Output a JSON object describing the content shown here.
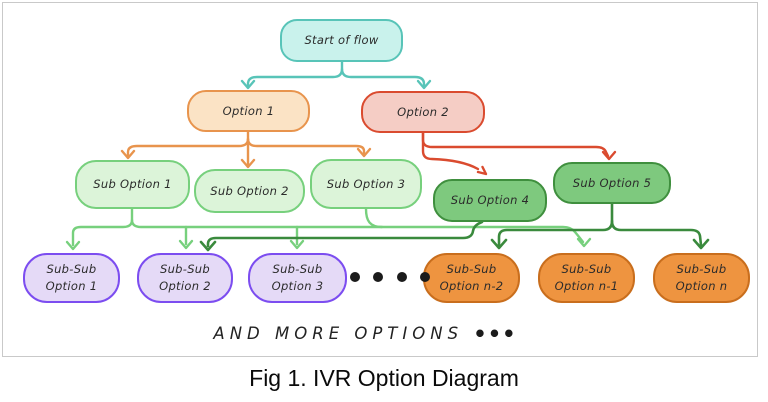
{
  "figure": {
    "caption": "Fig 1. IVR Option Diagram",
    "more_options_text": "AND MORE OPTIONS",
    "more_options_dots": "•••"
  },
  "nodes": {
    "start": {
      "label": "Start of flow"
    },
    "option1": {
      "label": "Option 1"
    },
    "option2": {
      "label": "Option 2"
    },
    "sub1": {
      "label": "Sub Option 1"
    },
    "sub2": {
      "label": "Sub Option 2"
    },
    "sub3": {
      "label": "Sub Option 3"
    },
    "sub4": {
      "label": "Sub Option 4"
    },
    "sub5": {
      "label": "Sub Option 5"
    },
    "subsub1": {
      "line1": "Sub-Sub",
      "line2": "Option 1"
    },
    "subsub2": {
      "line1": "Sub-Sub",
      "line2": "Option 2"
    },
    "subsub3": {
      "line1": "Sub-Sub",
      "line2": "Option 3"
    },
    "subsubn2": {
      "line1": "Sub-Sub",
      "line2": "Option n-2"
    },
    "subsubn1": {
      "line1": "Sub-Sub",
      "line2": "Option n-1"
    },
    "subsubn": {
      "line1": "Sub-Sub",
      "line2": "Option n"
    }
  },
  "colors": {
    "teal_fill": "#c9f2ec",
    "teal_stroke": "#58c4b8",
    "peach_fill": "#fbe3c5",
    "peach_stroke": "#e8944d",
    "red_fill": "#f5cdc5",
    "red_stroke": "#da4b2f",
    "lightgreen_fill": "#dcf4d9",
    "lightgreen_stroke": "#77d07d",
    "green_fill": "#7ec97e",
    "green_stroke": "#3f8f3e",
    "purple_fill": "#e5daf7",
    "purple_stroke": "#7c4df0",
    "orange_fill": "#ee9440",
    "orange_stroke": "#c96e1d",
    "arrow_darkgreen": "#3a8a3d",
    "dots_color": "#1b1b1b"
  }
}
